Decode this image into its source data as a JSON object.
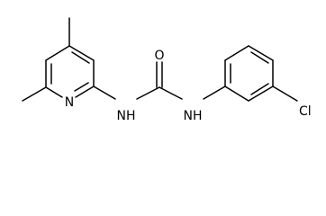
{
  "atom_labels": {
    "ring_nitrogen": "N",
    "oxygen": "O",
    "nh_left": "NH",
    "nh_right": "NH",
    "chlorine": "Cl"
  },
  "colors": {
    "bond": "#000000",
    "text": "#000000",
    "background": "#ffffff"
  }
}
